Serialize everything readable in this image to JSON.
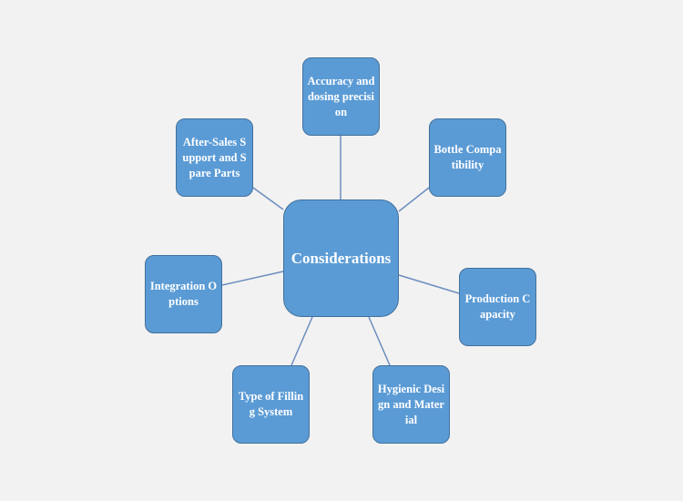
{
  "center": {
    "label": "Considerations"
  },
  "nodes": {
    "accuracy": {
      "label": "Accuracy and dosing precision"
    },
    "bottle": {
      "label": "Bottle Compatibility"
    },
    "production": {
      "label": "Production Capacity"
    },
    "hygienic": {
      "label": "Hygienic Design and Material"
    },
    "filling": {
      "label": "Type of Filling System"
    },
    "integration": {
      "label": "Integration Options"
    },
    "after_sales": {
      "label": "After-Sales Support and Spare Parts"
    }
  },
  "colors": {
    "background": "#f2f2f2",
    "node_fill": "#5b9bd5",
    "node_border": "#41719c",
    "connector": "#6c8ebf",
    "text": "#ffffff"
  }
}
